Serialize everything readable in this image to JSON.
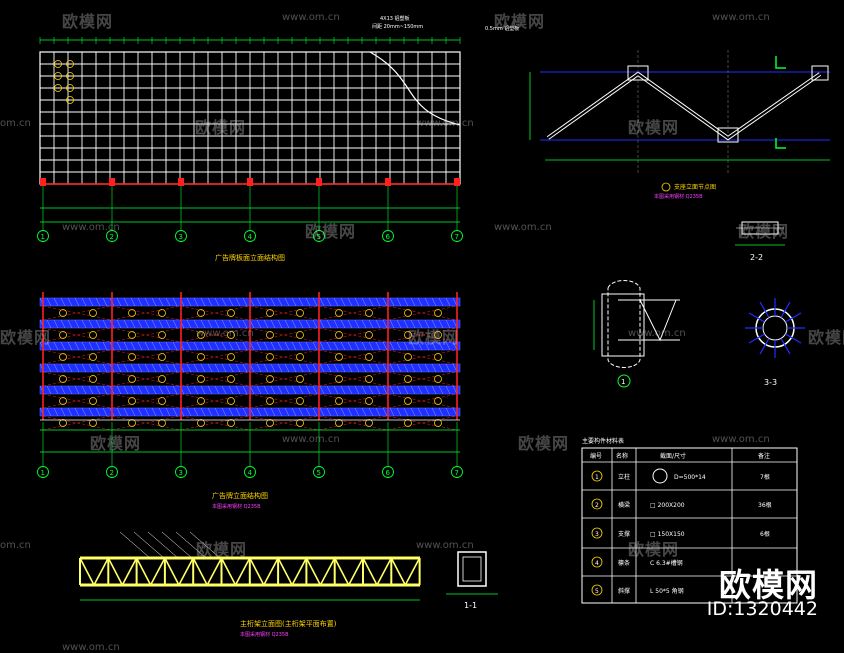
{
  "views": {
    "elevation_note_1": "4X13 铝塑板",
    "elevation_note_2": "间距 20mm~150mm",
    "elevation_note_3": "0.5mm 铝塑板",
    "front_title": "广告牌板面立面结构图",
    "rear_title": "广告牌立面结构图",
    "rear_subtitle": "本图采用钢材 Q235B",
    "truss_title": "主桁架立面图(主桁架平面布置)",
    "truss_subtitle": "本图采用钢材 Q235B",
    "node_title": "支座立面节点图",
    "node_subtitle": "本图采用钢材 Q235B",
    "section_22": "2-2",
    "section_33": "3-3",
    "section_11": "1-1",
    "node_1": "1",
    "axis_labels": [
      "1",
      "2",
      "3",
      "4",
      "5",
      "6",
      "7"
    ]
  },
  "table": {
    "title": "主要构件材料表",
    "headers": [
      "编号",
      "名称",
      "截面/尺寸",
      "备注"
    ],
    "rows": [
      {
        "no": "1",
        "name": "立柱",
        "size": "D=500*14",
        "note": "7根"
      },
      {
        "no": "2",
        "name": "横梁",
        "size": "□ 200X200",
        "note": "36根"
      },
      {
        "no": "3",
        "name": "支撑",
        "size": "□ 150X150",
        "note": "6根"
      },
      {
        "no": "4",
        "name": "檩条",
        "size": "C 6.3#槽钢",
        "note": ""
      },
      {
        "no": "5",
        "name": "斜撑",
        "size": "L 50*5 角钢",
        "note": ""
      }
    ]
  },
  "watermarks": {
    "brand": "欧模网",
    "url": "www.om.cn",
    "url_short": "om.cn"
  },
  "brand_mark": {
    "name": "欧模网",
    "id": "ID:1320442"
  },
  "colors": {
    "background": "#000000",
    "grid": "#ffffff",
    "dimension": "#00ff33",
    "beam": "#1f2fff",
    "column": "#ff2020",
    "annotation": "#ffd700",
    "note": "#ff3fff",
    "truss": "#ffff66"
  }
}
